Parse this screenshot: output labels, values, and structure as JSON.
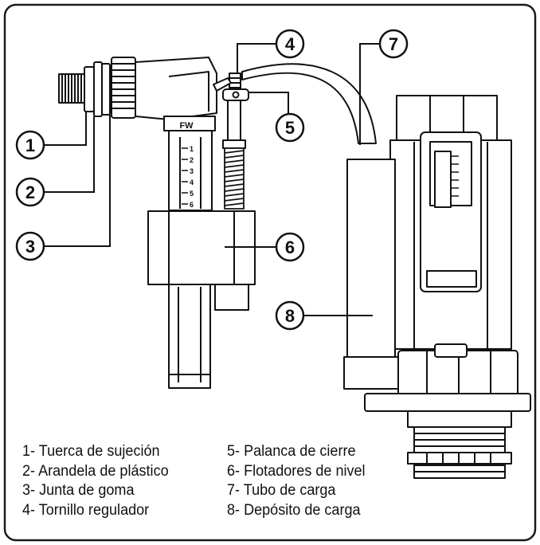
{
  "callouts": [
    {
      "number": "1"
    },
    {
      "number": "2"
    },
    {
      "number": "3"
    },
    {
      "number": "4"
    },
    {
      "number": "5"
    },
    {
      "number": "6"
    },
    {
      "number": "7"
    },
    {
      "number": "8"
    }
  ],
  "legend": {
    "left": [
      "1- Tuerca de sujeción",
      "2- Arandela de plástico",
      "3- Junta de goma",
      "4- Tornillo regulador"
    ],
    "right": [
      "5- Palanca de cierre",
      "6- Flotadores de nivel",
      "7- Tubo de carga",
      "8- Depósito de carga"
    ]
  },
  "gauge_marks": [
    "1",
    "2",
    "3",
    "4",
    "5",
    "6"
  ],
  "valve_mark": "FW"
}
